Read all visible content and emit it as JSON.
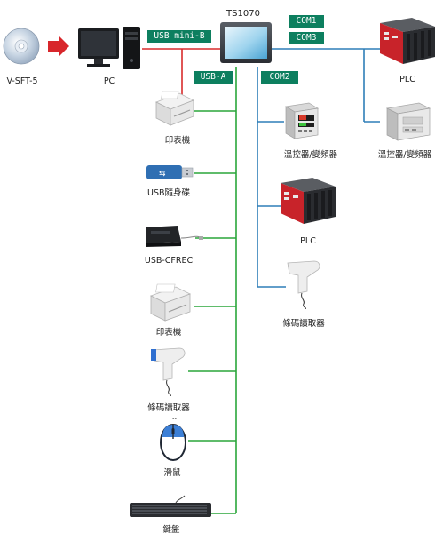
{
  "colors": {
    "bus_green": "#2aa63a",
    "com_blue": "#2e7fb8",
    "usb_red": "#d82c2c",
    "tag_bg": "#0d7f5f"
  },
  "hmi": {
    "model": "TS1070"
  },
  "tags": {
    "usb_mini_b": "USB mini-B",
    "usb_a": "USB-A",
    "com1": "COM1",
    "com3": "COM3",
    "com2": "COM2"
  },
  "devices": {
    "software": {
      "label": "V-SFT-5",
      "icon": "cd-disc-icon"
    },
    "pc": {
      "label": "PC",
      "icon": "desktop-pc-icon"
    },
    "printer1": {
      "label": "印表機",
      "icon": "printer-icon"
    },
    "usb_memory": {
      "label": "USB隨身碟",
      "icon": "usb-stick-icon"
    },
    "cfrec": {
      "label": "USB-CFREC",
      "icon": "card-reader-icon"
    },
    "printer2": {
      "label": "印表機",
      "icon": "printer-icon"
    },
    "barcode1": {
      "label": "條碼讀取器",
      "icon": "barcode-scanner-icon"
    },
    "mouse": {
      "label": "滑鼠",
      "icon": "mouse-icon"
    },
    "keyboard": {
      "label": "鍵盤",
      "icon": "keyboard-icon"
    },
    "temp_ctrl1": {
      "label": "溫控器/變頻器",
      "icon": "temperature-controller-icon"
    },
    "plc_mid": {
      "label": "PLC",
      "icon": "plc-icon"
    },
    "barcode2": {
      "label": "條碼讀取器",
      "icon": "barcode-scanner-icon"
    },
    "plc_top": {
      "label": "PLC",
      "icon": "plc-icon"
    },
    "temp_ctrl2": {
      "label": "溫控器/變頻器",
      "icon": "temperature-controller-icon"
    }
  }
}
